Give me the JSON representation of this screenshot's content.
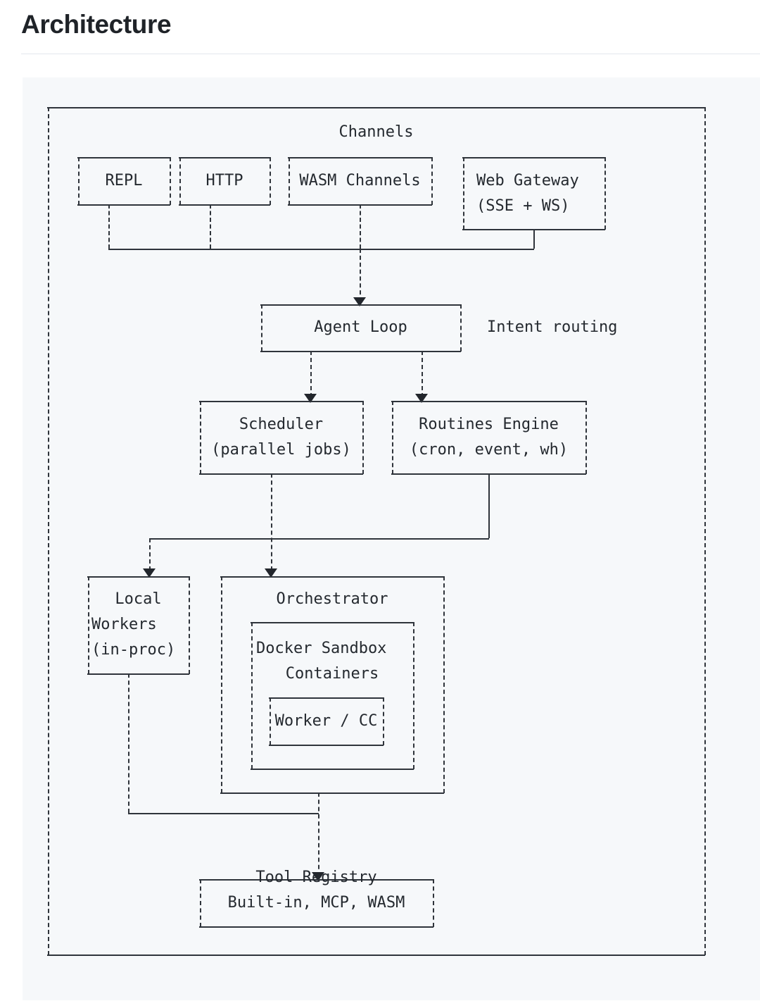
{
  "page": {
    "heading": "Architecture"
  },
  "diagram": {
    "type": "ascii-architecture-diagram",
    "container_label": "Channels",
    "side_note": "Intent routing",
    "nodes": {
      "repl": {
        "label": "REPL"
      },
      "http": {
        "label": "HTTP"
      },
      "wasm": {
        "label": "WASM Channels"
      },
      "gateway": {
        "line1": "Web Gateway",
        "line2": "(SSE + WS)"
      },
      "agent_loop": {
        "label": "Agent Loop"
      },
      "scheduler": {
        "line1": "Scheduler",
        "line2": "(parallel jobs)"
      },
      "routines": {
        "line1": "Routines Engine",
        "line2": "(cron, event, wh)"
      },
      "local_workers": {
        "line1": "Local",
        "line2": "Workers",
        "line3": "(in-proc)"
      },
      "orchestrator": {
        "label": "Orchestrator"
      },
      "docker": {
        "line1": "Docker Sandbox",
        "line2": "Containers"
      },
      "worker_cc": {
        "label": "Worker / CC"
      },
      "tool_registry": {
        "line1": "Tool Registry",
        "line2": "Built-in, MCP, WASM"
      }
    },
    "colors": {
      "panel_background": "#f6f8fa",
      "line": "#2f343b",
      "text": "#24292f",
      "heading": "#1f2328",
      "rule": "#e4e8ed",
      "page_background": "#ffffff"
    }
  }
}
